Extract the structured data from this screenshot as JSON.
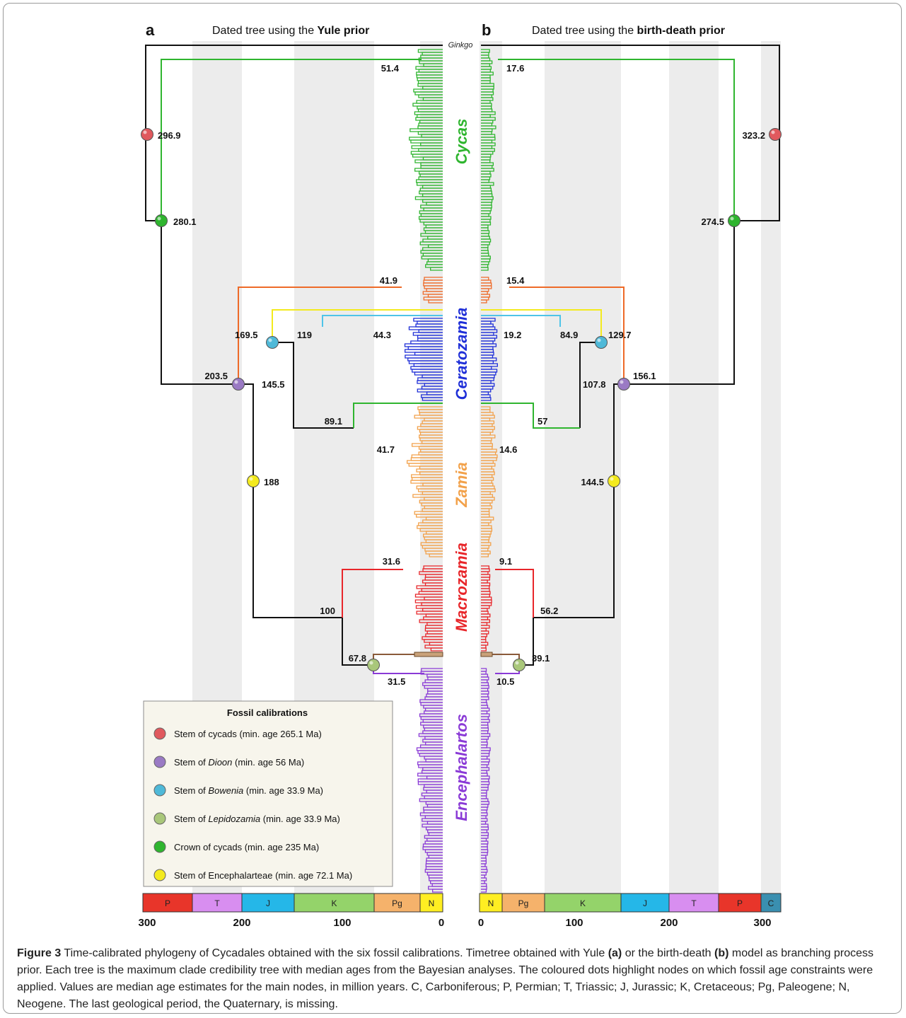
{
  "panels": {
    "a": {
      "letter": "a",
      "title_prefix": "Dated tree using the ",
      "title_bold": "Yule prior",
      "axis_ticks": [
        "300",
        "200",
        "100",
        "0"
      ],
      "periods": [
        "P",
        "T",
        "J",
        "K",
        "Pg",
        "N"
      ],
      "node_ages": {
        "cycas_crown": "51.4",
        "stem_cycads": "296.9",
        "crown_cycads": "280.1",
        "orange_clade": "41.9",
        "bowenia_stem": "169.5",
        "light_blue": "119",
        "ceratozamia": "44.3",
        "dioon_stem": "203.5",
        "bowenia_node": "145.5",
        "zamia_stem": "89.1",
        "zamia_crown": "41.7",
        "encephalarteae_stem": "188",
        "macrozamia_crown": "31.6",
        "macro_enceph": "100",
        "lepidozamia": "67.8",
        "encephalartos": "31.5"
      }
    },
    "b": {
      "letter": "b",
      "title_prefix": "Dated tree using the ",
      "title_bold": "birth-death prior",
      "axis_ticks": [
        "0",
        "100",
        "200",
        "300"
      ],
      "periods": [
        "N",
        "Pg",
        "K",
        "J",
        "T",
        "P",
        "C"
      ],
      "node_ages": {
        "cycas_crown": "17.6",
        "stem_cycads": "323.2",
        "crown_cycads": "274.5",
        "orange_clade": "15.4",
        "ceratozamia": "19.2",
        "light_blue": "84.9",
        "bowenia_stem": "129.7",
        "dioon_stem": "156.1",
        "bowenia_node": "107.8",
        "zamia_stem": "57",
        "zamia_crown": "14.6",
        "encephalarteae_stem": "144.5",
        "macrozamia_crown": "9.1",
        "macro_enceph": "56.2",
        "lepidozamia": "39.1",
        "encephalartos": "10.5"
      }
    }
  },
  "genera": {
    "outgroup": "Ginkgo",
    "labels": [
      "Cycas",
      "Ceratozamia",
      "Zamia",
      "Macrozamia",
      "Encephalartos"
    ],
    "colors": [
      "#2fb52f",
      "#1f2fd8",
      "#f2a14a",
      "#e8262a",
      "#8a3ad6"
    ]
  },
  "period_colors": {
    "P": "#e8352a",
    "T": "#d88ef0",
    "J": "#25b7e8",
    "K": "#94d36a",
    "Pg": "#f5b26b",
    "N": "#ffee22",
    "C": "#3a8fb0"
  },
  "legend": {
    "title": "Fossil calibrations",
    "items": [
      {
        "pre": "Stem of cycads (min. age 265.1 Ma)",
        "ital": "",
        "post": "",
        "color": "#e0595e"
      },
      {
        "pre": "Stem of ",
        "ital": "Dioon",
        "post": " (min. age 56 Ma)",
        "color": "#9a7ac4"
      },
      {
        "pre": "Stem of ",
        "ital": "Bowenia",
        "post": " (min. age 33.9 Ma)",
        "color": "#4fb9d8"
      },
      {
        "pre": "Stem of ",
        "ital": "Lepidozamia",
        "post": " (min. age 33.9 Ma)",
        "color": "#a9c77a"
      },
      {
        "pre": "Crown of cycads (min. age 235 Ma)",
        "ital": "",
        "post": "",
        "color": "#2fb52f"
      },
      {
        "pre": "Stem of Encephalarteae  (min. age 72.1 Ma)",
        "ital": "",
        "post": "",
        "color": "#f3ea1e"
      }
    ]
  },
  "caption": {
    "label": "Figure 3",
    "text1": " Time-calibrated phylogeny of Cycadales obtained with the six fossil calibrations. Timetree obtained with Yule ",
    "a": "(a)",
    "text2": " or the birth-death ",
    "b": "(b)",
    "text3": " model as branching process prior. Each tree is the maximum clade credibility tree with median ages from the Bayesian analyses. The coloured dots highlight nodes on which fossil age constraints were applied. Values are median age estimates for the main nodes, in million years. C, Carboniferous; P, Permian; T, Triassic; J, Jurassic; K, Cretaceous; Pg, Paleogene; N, Neogene. The last geological period, the Quaternary, is missing."
  }
}
